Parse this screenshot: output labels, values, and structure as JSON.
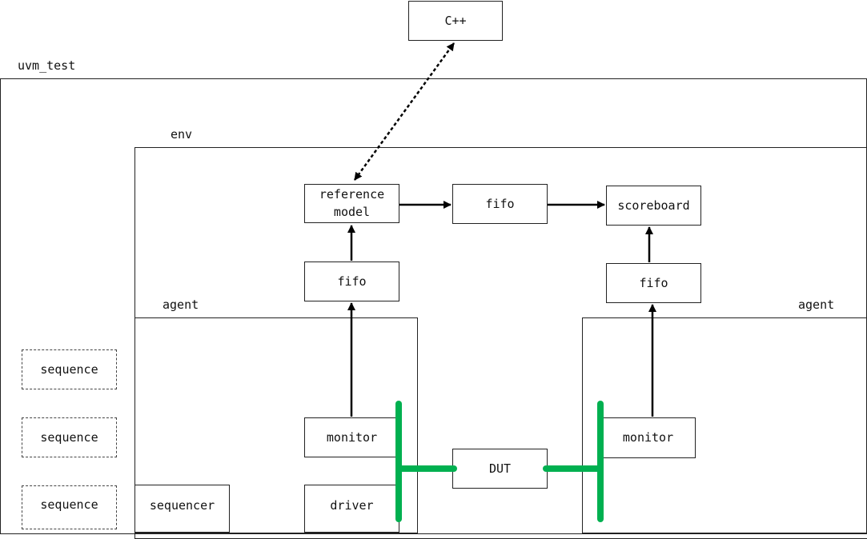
{
  "labels": {
    "uvm_test": "uvm_test",
    "env": "env",
    "agent_left": "agent",
    "agent_right": "agent"
  },
  "blocks": {
    "cpp": "C++",
    "reference_model_line1": "reference",
    "reference_model_line2": "model",
    "fifo_top": "fifo",
    "scoreboard": "scoreboard",
    "fifo_left": "fifo",
    "fifo_right": "fifo",
    "monitor_left": "monitor",
    "monitor_right": "monitor",
    "driver": "driver",
    "sequencer": "sequencer",
    "dut": "DUT",
    "sequences": [
      "sequence",
      "sequence",
      "sequence"
    ]
  },
  "colors": {
    "bus": "#00b050",
    "line": "#000000"
  }
}
